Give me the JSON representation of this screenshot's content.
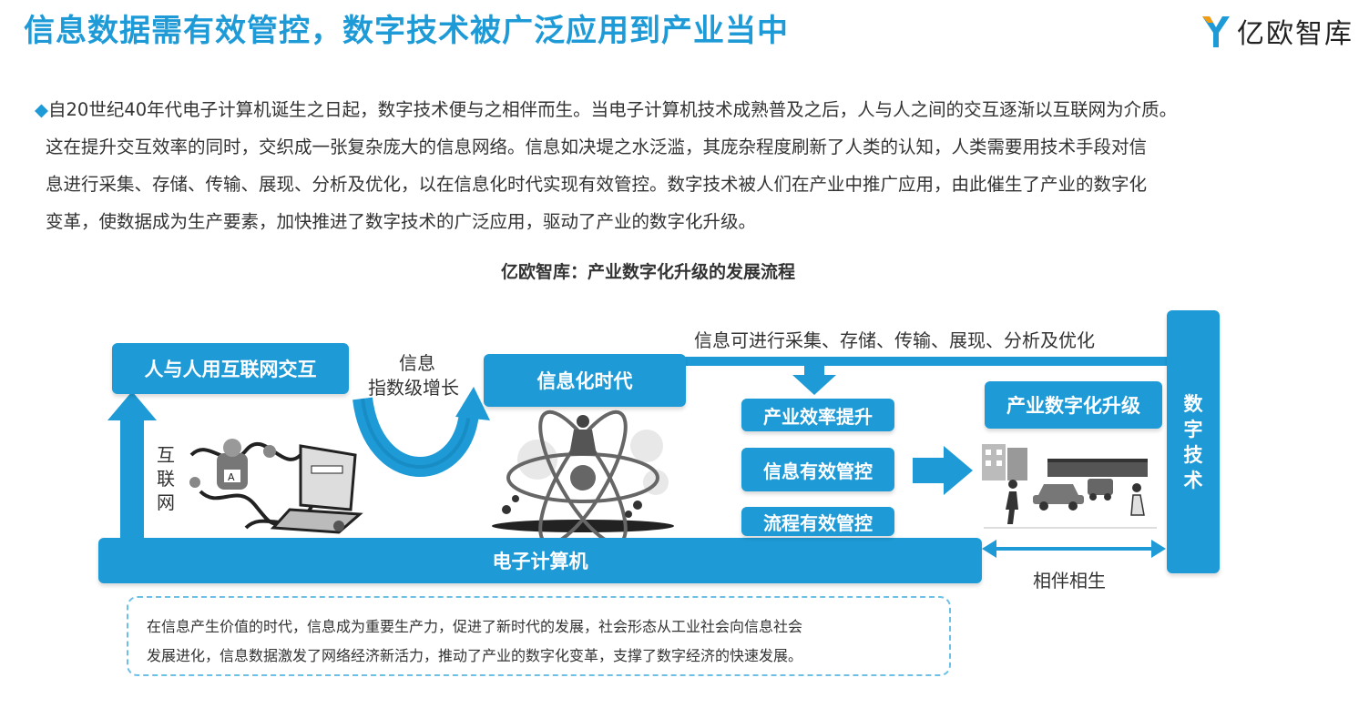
{
  "header": {
    "title": "信息数据需有效管控，数字技术被广泛应用到产业当中",
    "logo_text": "亿欧智库"
  },
  "intro": {
    "bullet": "◆",
    "lines": [
      "自20世纪40年代电子计算机诞生之日起，数字技术便与之相伴而生。当电子计算机技术成熟普及之后，人与人之间的交互逐渐以互联网为介质。",
      "这在提升交互效率的同时，交织成一张复杂庞大的信息网络。信息如决堤之水泛滥，其庞杂程度刷新了人类的认知，人类需要用技术手段对信",
      "息进行采集、存储、传输、展现、分析及优化，以在信息化时代实现有效管控。数字技术被人们在产业中推广应用，由此催生了产业的数字化",
      "变革，使数据成为生产要素，加快推进了数字技术的广泛应用，驱动了产业的数字化升级。"
    ]
  },
  "diagram": {
    "title": "亿欧智库：产业数字化升级的发展流程",
    "nodes": {
      "internet_interaction": "人与人用互联网交互",
      "info_age": "信息化时代",
      "computer": "电子计算机",
      "industry_upgrade": "产业数字化升级",
      "digital_tech": [
        "数",
        "字",
        "技",
        "术"
      ],
      "efficiency": "产业效率提升",
      "info_control": "信息有效管控",
      "process_control": "流程有效管控"
    },
    "labels": {
      "internet": [
        "互",
        "联",
        "网"
      ],
      "growth_line1": "信息",
      "growth_line2": "指数级增长",
      "info_ops": "信息可进行采集、存储、传输、展现、分析及优化",
      "coexist": "相伴相生"
    },
    "colors": {
      "primary": "#1e9bd7"
    }
  },
  "note": {
    "lines": [
      "在信息产生价值的时代，信息成为重要生产力，促进了新时代的发展，社会形态从工业社会向信息社会",
      "发展进化，信息数据激发了网络经济新活力，推动了产业的数字化变革，支撑了数字经济的快速发展。"
    ]
  }
}
